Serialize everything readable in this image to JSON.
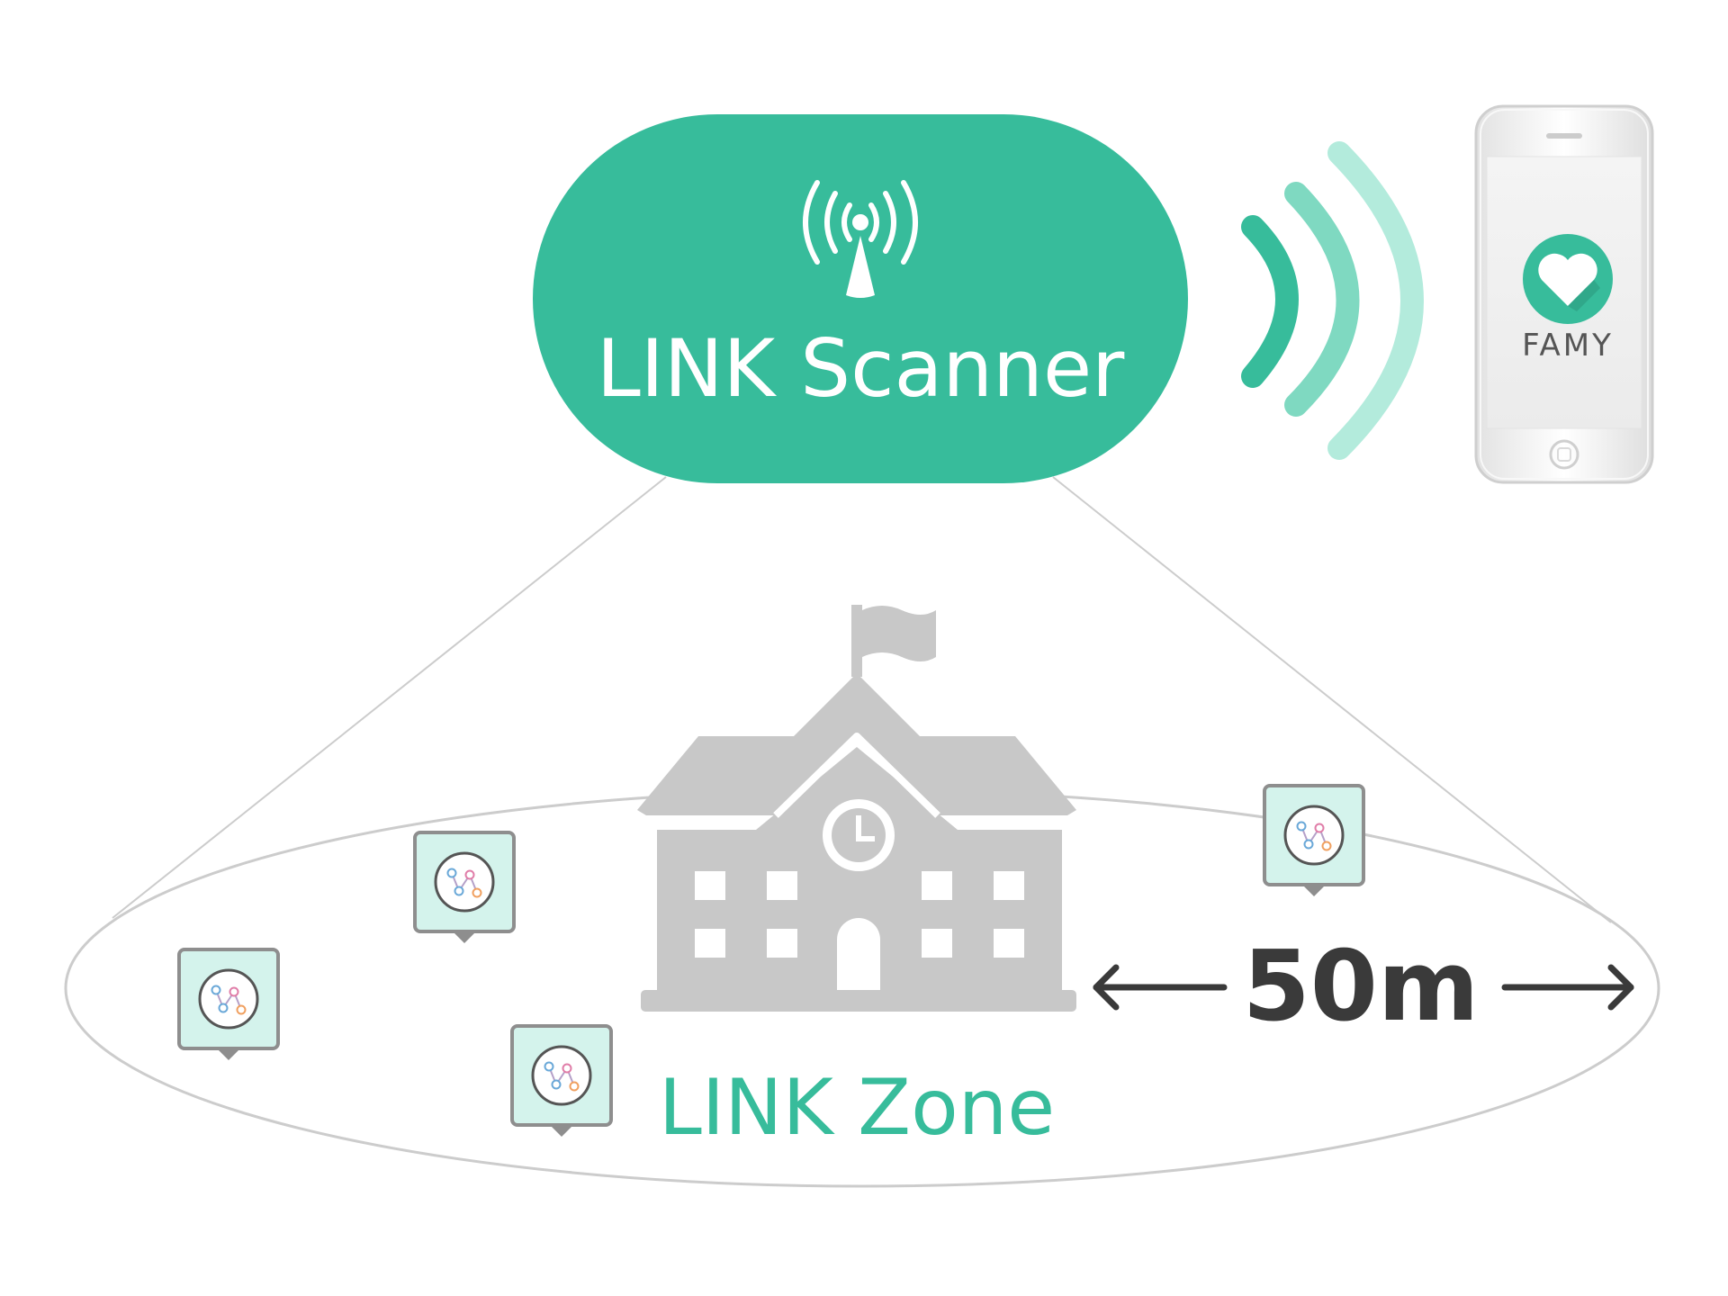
{
  "scanner": {
    "label": "LINK Scanner",
    "color": "#37bc9b"
  },
  "zone": {
    "label": "LINK Zone",
    "distance_label": "50m"
  },
  "phone": {
    "app_name": "FAMY",
    "app_icon": "heart-app-icon"
  },
  "signal_wave_colors": [
    "#37bc9b",
    "#7fd9c1",
    "#b3ebdc"
  ],
  "building": {
    "icon": "school-building-icon",
    "color": "#c8c8c8"
  },
  "beacons": [
    {
      "icon": "beacon-tag-icon"
    },
    {
      "icon": "beacon-tag-icon"
    },
    {
      "icon": "beacon-tag-icon"
    },
    {
      "icon": "beacon-tag-icon"
    }
  ]
}
